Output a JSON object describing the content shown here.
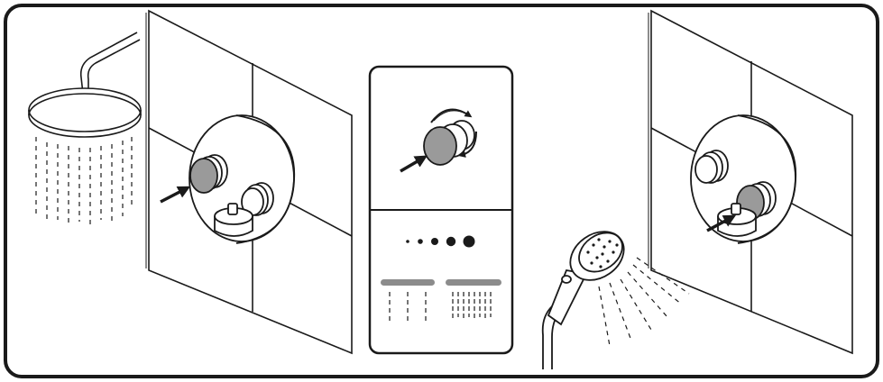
{
  "diagram": {
    "panels": [
      {
        "id": "left",
        "outlet": "overhead-rain-shower-head",
        "active_button": "upper"
      },
      {
        "id": "center",
        "instructions": [
          "rotate-button-to-adjust-flow",
          "flow-intensity-low-to-high"
        ]
      },
      {
        "id": "right",
        "outlet": "handheld-shower",
        "active_button": "lower"
      }
    ],
    "flow_levels": 5,
    "colors": {
      "outline": "#1a1a1a",
      "button_fill": "#9a9a9a",
      "spray_bar": "#8c8c8c",
      "background": "#ffffff"
    },
    "icons": [
      "arrow-icon",
      "rotate-arrows-icon",
      "water-drop-icon"
    ]
  }
}
